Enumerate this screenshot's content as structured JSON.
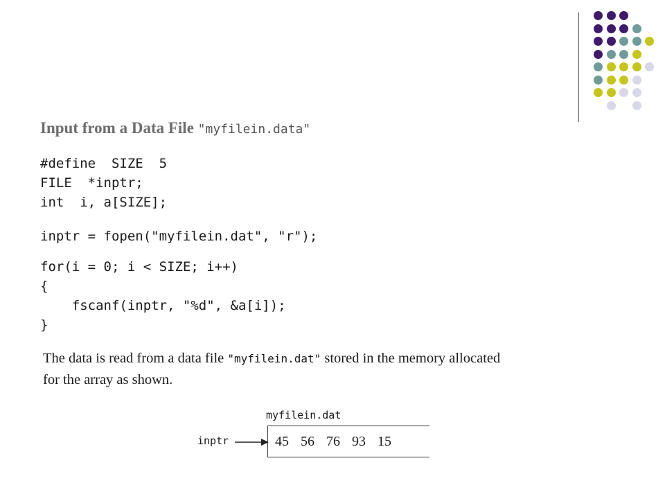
{
  "heading": {
    "prefix": "Input from a Data File ",
    "filename": "\"myfilein.data\""
  },
  "code": {
    "decl": [
      "#define  SIZE  5",
      "FILE  *inptr;",
      "int  i, a[SIZE];"
    ],
    "open": "inptr = fopen(\"myfilein.dat\", \"r\");",
    "loop": [
      "for(i = 0; i < SIZE; i++)",
      "{",
      "    fscanf(inptr, \"%d\", &a[i]);",
      "}"
    ]
  },
  "description": {
    "part1": "The data is read from a data file ",
    "filename": "\"myfilein.dat\"",
    "part2": " stored in the memory allocated",
    "line2": "for the array as shown."
  },
  "figure": {
    "file_label": "myfilein.dat",
    "pointer_label": "inptr",
    "values": [
      45,
      56,
      76,
      93,
      15
    ]
  },
  "decor": {
    "colors": {
      "purple": "#3f1a6b",
      "teal": "#6f9c9a",
      "yellow": "#c5c51c",
      "lavender": "#d8d8e8"
    }
  }
}
